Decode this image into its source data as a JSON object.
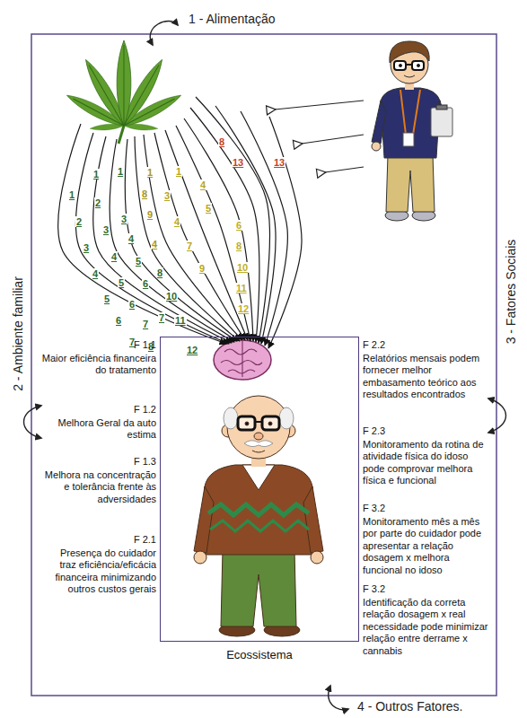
{
  "diagram": {
    "nodes": [
      {
        "text": [
          "Ecossistema"
        ]
      }
    ],
    "labels": [
      "1 - Alimentação",
      "2 - Ambiente familiar",
      "3 - Fatores Sociais",
      "4 - Outros Fatores.",
      "1",
      "2",
      "3",
      "4",
      "5",
      "6",
      "7",
      "1",
      "2",
      "3",
      "4",
      "5",
      "6",
      "7",
      "1",
      "3",
      "4",
      "5",
      "6",
      "7",
      "8",
      "8",
      "10",
      "11",
      "12",
      "1",
      "8",
      "9",
      "4",
      "1",
      "3",
      "4",
      "7",
      "9",
      "4",
      "5",
      "6",
      "8",
      "10",
      "11",
      "12",
      "8",
      "13",
      "13",
      "F 1.1",
      "Maior eficiência financeira do tratamento",
      "F 1.2",
      "Melhora Geral da auto estima",
      "F 1.3",
      "Melhora na concentração e tolerância frente às adversidades",
      "F 2.1",
      "Presença do cuidador traz eficiência/eficácia financeira minimizando outros custos gerais",
      "F 2.2",
      "Relatórios mensais podem fornecer melhor embasamento teórico aos resultados encontrados",
      "F 2.3",
      "Monitoramento da rotina de atividade física do idoso pode comprovar melhora física e funcional",
      "F 3.2",
      "Monitoramento mês a mês por parte do cuidador pode apresentar a relação dosagem x melhora funcional no idoso",
      "F 3.2",
      "Identificação da correta relação dosagem x real necessidade pode minimizar relação entre derrame x cannabis"
    ]
  }
}
